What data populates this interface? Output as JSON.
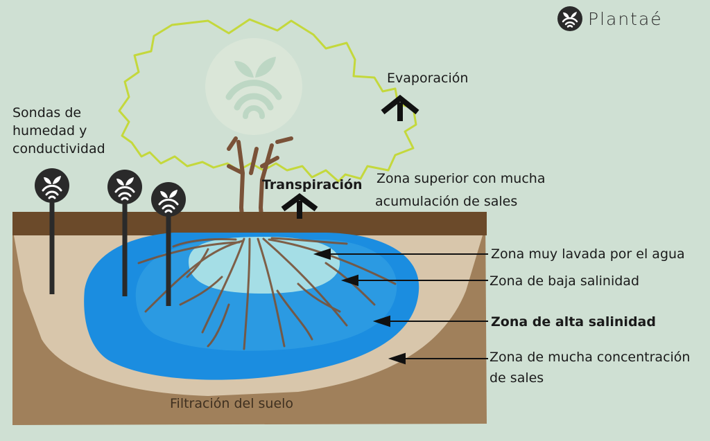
{
  "brand": {
    "name": "Plantaé"
  },
  "labels": {
    "probes": "Sondas de humedad y conductividad",
    "evaporation": "Evaporación",
    "transpiration": "Transpiración",
    "upper_zone_line1": "Zona superior con mucha",
    "upper_zone_line2": "acumulación de sales",
    "zone_washed": "Zona muy lavada por el agua",
    "zone_low": "Zona de baja salinidad",
    "zone_high": "Zona de alta salinidad",
    "zone_conc_line1": "Zona de mucha concentración",
    "zone_conc_line2": "de sales",
    "filtration": "Filtración del suelo"
  },
  "colors": {
    "background": "#cfe0d3",
    "soil_top": "#6b4a2a",
    "soil_body": "#a0805b",
    "soil_light": "#d8c6ab",
    "zone_high": "#1b8de0",
    "zone_low": "#2b9ae2",
    "zone_washed": "#a5dee6",
    "roots": "#7a5238",
    "canopy_outline": "#c4d83c",
    "probe": "#2a2a2a"
  },
  "icons": {
    "probe": "plantae-sensor-icon",
    "brand": "plantae-logo-icon"
  }
}
